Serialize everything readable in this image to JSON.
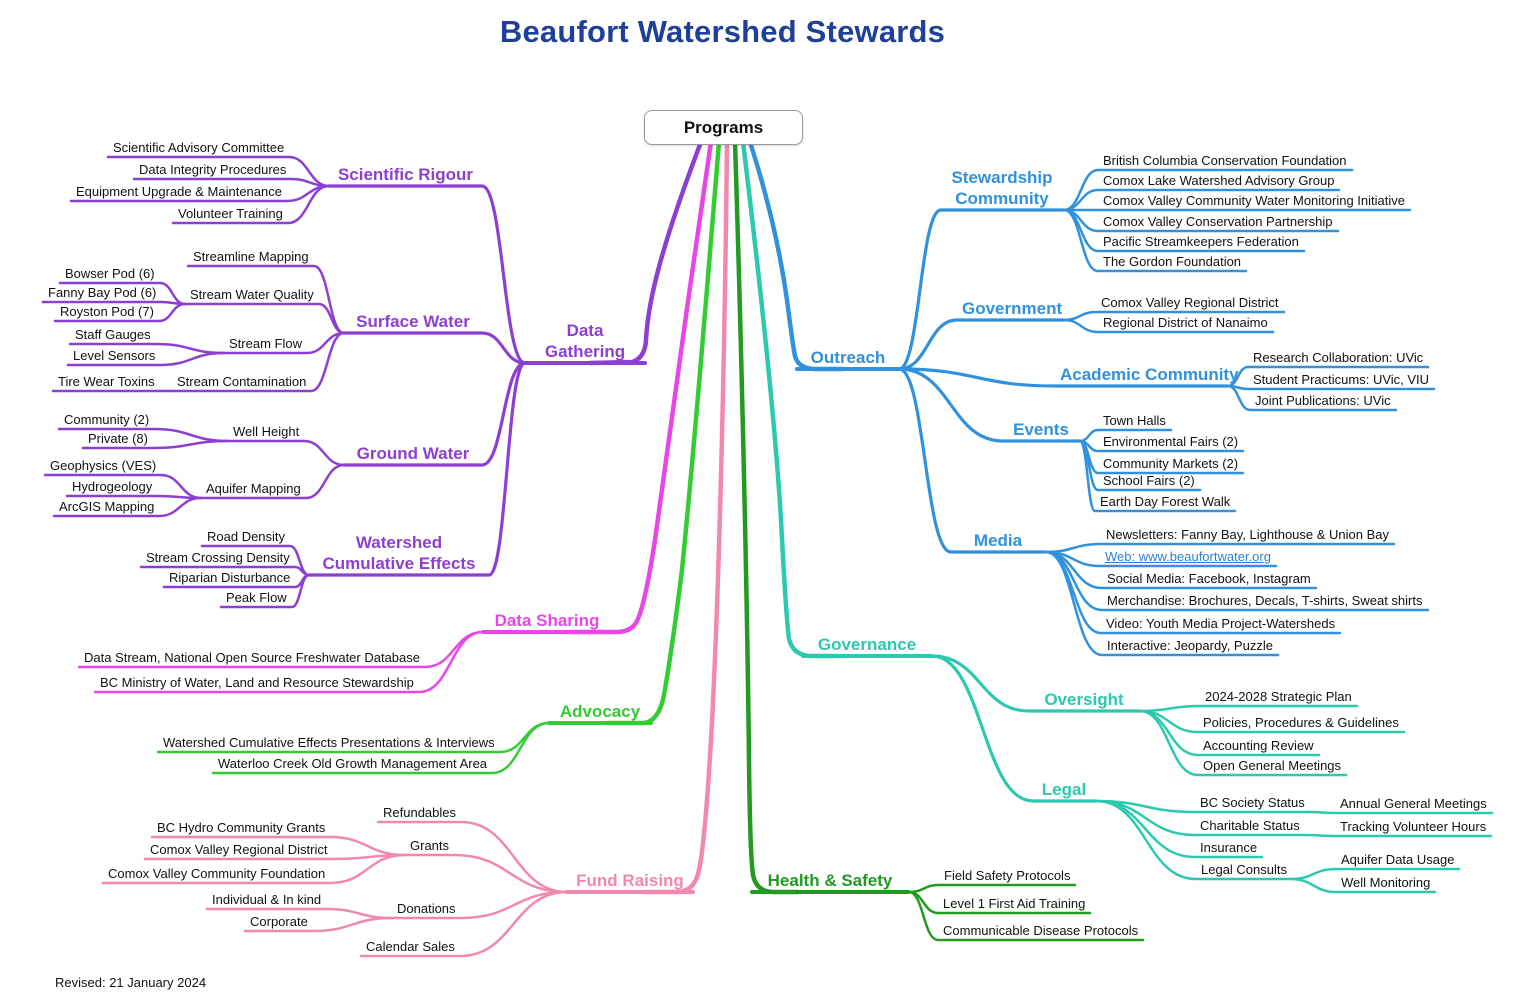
{
  "title": "Beaufort Watershed Stewards",
  "footnote": "Revised: 21 January 2024",
  "root_label": "Programs",
  "colors": {
    "title": "#1e4096",
    "text": "#111111",
    "box_border": "#999999",
    "dg": "#8d3fd1",
    "ds": "#e846e8",
    "ad": "#33cc33",
    "fr": "#f288ac",
    "hs": "#229a22",
    "gov": "#2cc9ae",
    "out": "#3191dc",
    "link": "#2f7fd0"
  },
  "data_gathering": {
    "label": "Data Gathering",
    "scientific_rigour": {
      "label": "Scientific Rigour",
      "items": [
        "Scientific Advisory Committee",
        "Data Integrity Procedures",
        "Equipment Upgrade & Maintenance",
        "Volunteer Training"
      ]
    },
    "surface_water": {
      "label": "Surface Water",
      "streamline_mapping": "Streamline Mapping",
      "stream_water_quality": "Stream Water Quality",
      "pods": [
        "Bowser Pod (6)",
        "Fanny Bay Pod (6)",
        "Royston Pod (7)"
      ],
      "stream_flow": "Stream Flow",
      "flow_items": [
        "Staff Gauges",
        "Level Sensors"
      ],
      "stream_contamination": "Stream Contamination",
      "contamination_items": [
        "Tire Wear Toxins"
      ]
    },
    "ground_water": {
      "label": "Ground Water",
      "well_height": "Well Height",
      "well_items": [
        "Community (2)",
        "Private (8)"
      ],
      "aquifer_mapping": "Aquifer Mapping",
      "aquifer_items": [
        "Geophysics (VES)",
        "Hydrogeology",
        "ArcGIS Mapping"
      ]
    },
    "cumulative_effects": {
      "label": "Watershed Cumulative Effects",
      "items": [
        "Road Density",
        "Stream Crossing Density",
        "Riparian Disturbance",
        "Peak Flow"
      ]
    }
  },
  "data_sharing": {
    "label": "Data Sharing",
    "items": [
      "Data Stream, National Open Source Freshwater Database",
      "BC Ministry of Water, Land and Resource Stewardship"
    ]
  },
  "advocacy": {
    "label": "Advocacy",
    "items": [
      "Watershed Cumulative Effects Presentations & Interviews",
      "Waterloo Creek Old Growth Management Area"
    ]
  },
  "fund_raising": {
    "label": "Fund Raising",
    "refundables": "Refundables",
    "grants": "Grants",
    "grant_items": [
      "BC Hydro Community Grants",
      "Comox Valley Regional District",
      "Comox Valley Community Foundation"
    ],
    "donations": "Donations",
    "donation_items": [
      "Individual & In kind",
      "Corporate"
    ],
    "calendar_sales": "Calendar Sales"
  },
  "health_safety": {
    "label": "Health & Safety",
    "items": [
      "Field Safety Protocols",
      "Level 1 First Aid Training",
      "Communicable Disease Protocols"
    ]
  },
  "governance": {
    "label": "Governance",
    "oversight": {
      "label": "Oversight",
      "items": [
        "2024-2028 Strategic Plan",
        "Policies, Procedures & Guidelines",
        "Accounting Review",
        "Open General Meetings"
      ]
    },
    "legal": {
      "label": "Legal",
      "bc_society_status": "BC Society Status",
      "bc_society_sub": "Annual General Meetings",
      "charitable_status": "Charitable Status",
      "charitable_sub": "Tracking Volunteer Hours",
      "insurance": "Insurance",
      "legal_consults": "Legal Consults",
      "consult_items": [
        "Aquifer Data Usage",
        "Well Monitoring"
      ]
    }
  },
  "outreach": {
    "label": "Outreach",
    "stewardship_community": {
      "label": "Stewardship Community",
      "items": [
        "British Columbia Conservation Foundation",
        "Comox Lake Watershed Advisory Group",
        "Comox Valley Community Water Monitoring Initiative",
        "Comox Valley Conservation Partnership",
        "Pacific Streamkeepers Federation",
        "The Gordon Foundation"
      ]
    },
    "government": {
      "label": "Government",
      "items": [
        "Comox Valley Regional District",
        "Regional District of Nanaimo"
      ]
    },
    "academic": {
      "label": "Academic Community",
      "items": [
        "Research Collaboration: UVic",
        "Student Practicums: UVic, VIU",
        "Joint Publications: UVic"
      ]
    },
    "events": {
      "label": "Events",
      "items": [
        "Town Halls",
        "Environmental Fairs (2)",
        "Community Markets (2)",
        "School Fairs (2)",
        "Earth Day Forest Walk"
      ]
    },
    "media": {
      "label": "Media",
      "items": [
        "Newsletters: Fanny Bay, Lighthouse & Union Bay",
        "Web: www.beaufortwater.org",
        "Social Media: Facebook, Instagram",
        "Merchandise: Brochures, Decals, T-shirts, Sweat shirts",
        "Video: Youth Media Project-Watersheds",
        "Interactive: Jeopardy, Puzzle"
      ]
    }
  }
}
